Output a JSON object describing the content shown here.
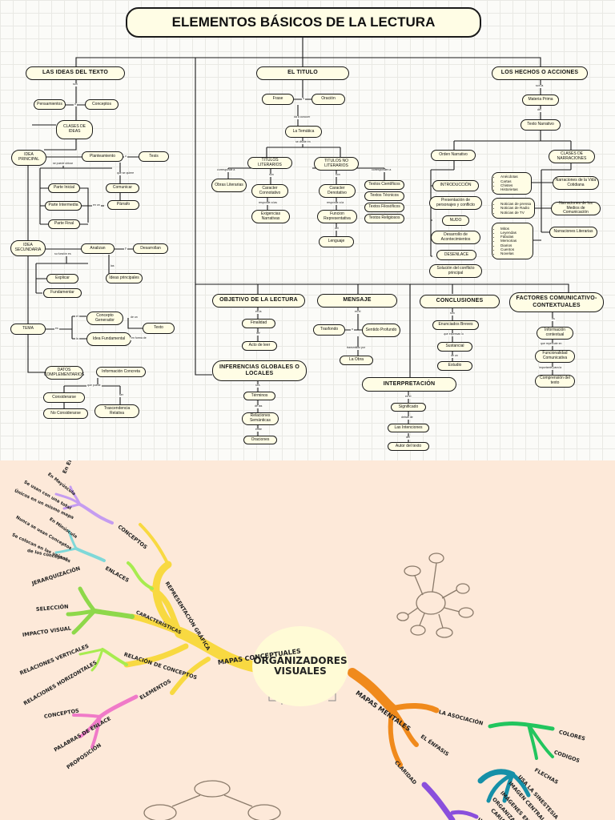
{
  "title": "ELEMENTOS BÁSICOS DE LA LECTURA",
  "ideas": {
    "header": "LAS IDEAS DEL TEXTO",
    "son": "son",
    "pensamientos": "Pensamientos",
    "o": "o",
    "conceptos": "Conceptos",
    "clases": "CLASES DE IDEAS",
    "principal": "IDEA PRINCIPAL",
    "planteamiento": "Planteamiento",
    "tesis": "Tesis",
    "se_puede_ubicar": "se puede ubicar",
    "que_se_quiere": "que se quiere",
    "inicial": "Parte Inicial",
    "intermedia": "Parte Intermedia",
    "final": "Parte Final",
    "en_un": "en un",
    "comunicar": "Comunicar",
    "parrafo": "Párrafo",
    "secundaria": "IDEA SECUNDARIA",
    "analizan": "Analizan",
    "y": "y",
    "desarrollan": "Desarrollan",
    "su_funcion_es": "su función es",
    "las": "las",
    "explicar": "Explicar",
    "fundamentar": "Fundamentar",
    "ideas_principales": "Ideas principales",
    "tema": "TEMA",
    "es": "es",
    "el": "el",
    "la": "la",
    "de_un": "de un",
    "concepto_generador": "Concepto Generador",
    "idea_fundamental": "Idea Fundamental",
    "en_forma_de": "en forma de",
    "texto": "Texto",
    "datos": "DATOS COMPLEMENTARIOS",
    "informacion_concreta": "Información Concreta",
    "que_puede": "que puede",
    "ser": "ser",
    "considerarse": "Considerarse",
    "no_considerarse": "No Considerarse",
    "trascendencia": "Trascendencia Relativa"
  },
  "titulo": {
    "header": "EL TITULO",
    "frase": "Frase",
    "o": "o",
    "oracion": "Oración",
    "da_a_conocer": "da a conocer",
    "tematica": "La Temática",
    "se_divide_en": "se divide en",
    "literarios": "TITULOS LITERARIOS",
    "no_literarios": "TITULOS NO LITERARIOS",
    "corresponde_a": "corresponde a",
    "corresponden_a": "corresponden a",
    "obras": "Obras Literarias",
    "son": "son",
    "connotativo": "Caracter Connotativo",
    "denotativo": "Caracter Denotativo",
    "responde_a_las": "responde a las",
    "responde_a_la": "responde a la",
    "exigencias": "Exigencias Narrativas",
    "funcion": "Funcion Representativa",
    "del": "del",
    "lenguaje": "Lenguaje",
    "cientificos": "Textos Científicos",
    "tecnicos": "Textos Técnicos",
    "filosoficos": "Textos Filosóficos",
    "religiosos": "Textos Religiosos"
  },
  "hechos": {
    "header": "LOS HECHOS O ACCIONES",
    "son_la": "son la",
    "materia": "Materia Prima",
    "del": "del",
    "texto_narrativo": "Texto Narrativo",
    "orden": "Orden Narrativo",
    "clases": "CLASES DE NARRACIONES",
    "introduccion": "INTRODUCCIÓN",
    "presentacion": "Presentación de personajes y conflicto",
    "nudo": "NUDO",
    "desarrollo": "Desarrollo de Acontecimientos",
    "desenlace": "DESENLACE",
    "solucion": "Solución del conflicto principal",
    "lista_cotidiana": [
      "Anécdotas",
      "Cartas",
      "Chistes",
      "Historietas"
    ],
    "cotidiana": "Narraciones de la Vida Cotidiana",
    "lista_medios": [
      "Noticias de prensa",
      "Noticias de Radio",
      "Noticias de TV"
    ],
    "medios": "Narraciones de los Medios de Comunicación",
    "lista_literarias": [
      "Mitos",
      "Leyendas",
      "Fábulas",
      "Memorias",
      "Diarios",
      "Cuentos",
      "Novelas"
    ],
    "literarias": "Narraciones Literarias"
  },
  "objetivo": {
    "header": "OBJETIVO DE LA LECTURA",
    "es_la": "es la",
    "finalidad": "Finalidad",
    "del": "del",
    "acto": "Acto de leer"
  },
  "mensaje": {
    "header": "MENSAJE",
    "es_el": "es el",
    "trasfondo": "Trasfondo",
    "o": "o",
    "sentido": "Sentido Profundo",
    "transmitido_por": "transmitido por",
    "obra": "La Obra"
  },
  "conclusiones": {
    "header": "CONCLUSIONES",
    "son": "son",
    "enunciados": "Enunciados Breves",
    "que_expresan_lo": "que expresan lo",
    "sustancial": "Sustancial",
    "de_un": "de un",
    "estudio": "Estudio"
  },
  "factores": {
    "header": "FACTORES COMUNICATIVO-CONTEXTUALES",
    "es": "es",
    "informacion": "Información contextual",
    "que_repercute_en": "que repercute en",
    "funcionalidad": "Funcionalidad Comunicativa",
    "importante_para_la": "importante para la",
    "comprension": "Comprensión del texto"
  },
  "inferencias": {
    "header": "INFERENCIAS GLOBALES O LOCALES",
    "son": "son",
    "terminos": "Términos",
    "de_las": "de las",
    "relaciones": "Relaciones Semánticas",
    "entre": "entre",
    "oraciones": "Oraciones"
  },
  "interpretacion": {
    "header": "INTERPRETACIÓN",
    "es_el": "es el",
    "significado": "Significado",
    "detras_de": "detras de",
    "intenciones": "Las Intenciones",
    "del": "del",
    "autor": "Autor del texto"
  },
  "mindmap": {
    "center": "ORGANIZADORES VISUALES",
    "mapas_conceptuales": "MAPAS CONCEPTUALES",
    "mapas_mentales": "MAPAS MENTALES",
    "conceptos_branch": "CONCEPTOS",
    "en_elipse": "En Elipse",
    "en_mayuscula": "En Mayúscula",
    "se_usan_una_vez": "Se usan con una total",
    "unicos": "Únicos en un mismo mapa",
    "enlaces_branch": "ENLACES",
    "en_minuscula": "En Minúscula",
    "nunca_conceptos": "Nunca se usan Conceptos",
    "se_colocan": "Se colocan en las uniones",
    "de_los_conceptos": "de los conceptos",
    "representacion": "REPRESENTACIÓN GRÁFICA",
    "caracteristicas_branch": "CARACTERÍSTICAS",
    "jerarquizacion": "JERARQUIZACIÓN",
    "seleccion": "SELECCIÓN",
    "impacto": "IMPACTO VISUAL",
    "relacion_branch": "RELACIÓN DE CONCEPTOS",
    "verticales": "RELACIONES VERTICALES",
    "horizontales": "RELACIONES HORIZONTALES",
    "elementos_branch": "ELEMENTOS",
    "conceptos_leaf": "CONCEPTOS",
    "palabras_enlace": "PALABRAS DE ENLACE",
    "proposicion": "PROPOSICIÓN",
    "asociacion": "LA ASOCIACIÓN",
    "colores": "COLORES",
    "codigos": "CODIGOS",
    "flechas": "FLECHAS",
    "enfasis": "EL ÉNFASIS",
    "sinestesia": "USA LA SINESTESIA",
    "imagen_central": "IMAGEN CENTRAL",
    "imagenes_extension": "IMÁGENES EN LA EXTENSIÓN",
    "organiza": "ORGANIZA BIEN",
    "cariad": "CARIA EL",
    "claridad": "CLARIDAD",
    "ul": "U"
  },
  "colors": {
    "node_fill": "#fffde5",
    "outline": "#1a1a1a",
    "mind_bg": "#fde9d9",
    "yellow": "#f8d941",
    "purple": "#c59cf0",
    "cyan": "#7fd8d8",
    "green": "#8ed84a",
    "light_green": "#a7ec4f",
    "pink": "#f07ac8",
    "orange": "#f08a1c",
    "bright_green": "#22c55e",
    "teal": "#1690a8",
    "violet": "#8a4fdc"
  }
}
